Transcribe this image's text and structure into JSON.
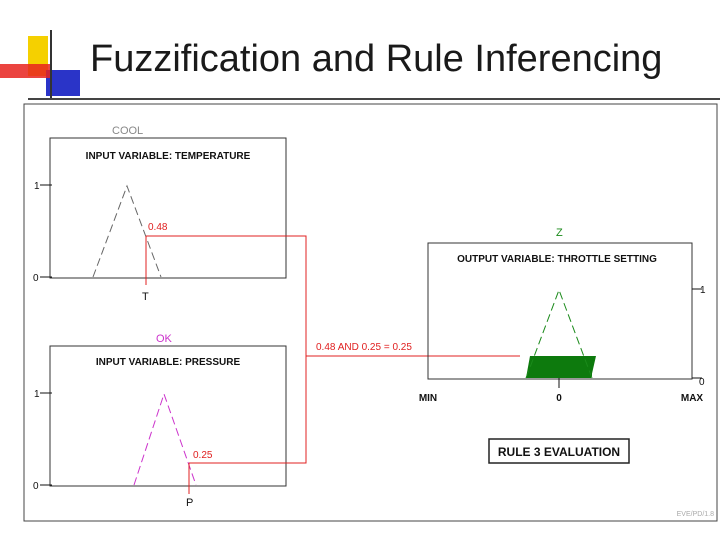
{
  "slide": {
    "title": "Fuzzification and Rule Inferencing",
    "footer_code": "EVE/PD/1.8"
  },
  "temperature_panel": {
    "set_label": "COOL",
    "header": "INPUT VARIABLE: TEMPERATURE",
    "y_top": "1",
    "y_bottom": "0",
    "membership_value": "0.48",
    "input_label": "T"
  },
  "pressure_panel": {
    "set_label": "OK",
    "header": "INPUT VARIABLE: PRESSURE",
    "y_top": "1",
    "y_bottom": "0",
    "membership_value": "0.25",
    "input_label": "P"
  },
  "output_panel": {
    "set_label": "Z",
    "header": "OUTPUT VARIABLE: THROTTLE SETTING",
    "y_top": "1",
    "y_bottom": "0",
    "x_min": "MIN",
    "x_mid": "0",
    "x_max": "MAX"
  },
  "rule": {
    "and_expression": "0.48 AND 0.25 = 0.25",
    "evaluation_label": "RULE 3 EVALUATION"
  },
  "colors": {
    "link_red": "#e02020",
    "pressure_magenta": "#cc33cc",
    "output_green": "#1a8a1a",
    "fill_green": "#0d7a0d",
    "accent_yellow": "#f5d000",
    "accent_red": "#e8231f",
    "accent_blue": "#2a34c8"
  }
}
